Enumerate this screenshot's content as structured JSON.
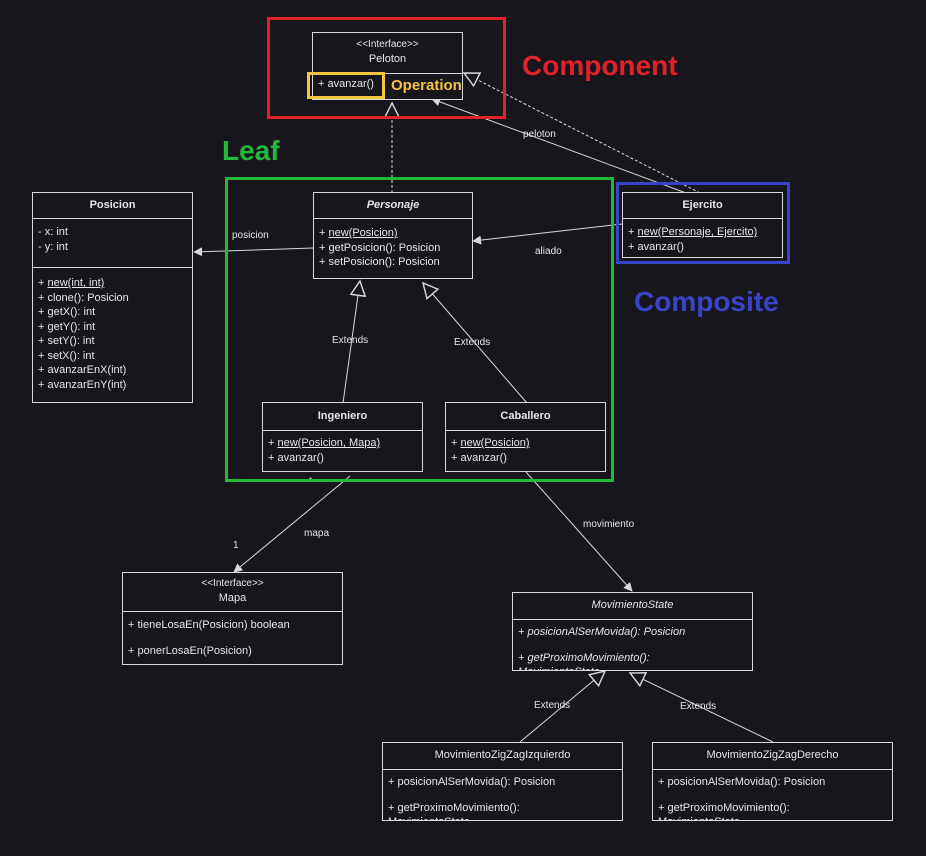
{
  "annotations": {
    "component": "Component",
    "leaf": "Leaf",
    "composite": "Composite",
    "operation": "Operation"
  },
  "colors": {
    "component": "#e0202a",
    "leaf": "#22b83a",
    "composite": "#3a43c8",
    "operation": "#f5c542",
    "line": "#d8d8d8",
    "background": "#18161d"
  },
  "classes": {
    "peloton": {
      "stereotype": "<<Interface>>",
      "name": "Peloton",
      "methods": [
        "+ avanzar()"
      ]
    },
    "posicion": {
      "name": "Posicion",
      "attributes": [
        "- x: int",
        "- y: int"
      ],
      "ctor": "new(int, int)",
      "methods": [
        "+ clone(): Posicion",
        "+ getX(): int",
        "+ getY(): int",
        "+ setY(): int",
        "+ setX(): int",
        "+ avanzarEnX(int)",
        "+ avanzarEnY(int)"
      ]
    },
    "personaje": {
      "name": "Personaje",
      "ctor": "new(Posicion)",
      "methods": [
        "+ getPosicion(): Posicion",
        "+ setPosicion(): Posicion"
      ]
    },
    "ejercito": {
      "name": "Ejercito",
      "ctor": "new(Personaje, Ejercito)",
      "methods": [
        "+ avanzar()"
      ]
    },
    "ingeniero": {
      "name": "Ingeniero",
      "ctor": "new(Posicion, Mapa)",
      "methods": [
        "+ avanzar()"
      ]
    },
    "caballero": {
      "name": "Caballero",
      "ctor": "new(Posicion)",
      "methods": [
        "+ avanzar()"
      ]
    },
    "mapa": {
      "stereotype": "<<Interface>>",
      "name": "Mapa",
      "methods": [
        "+ tieneLosaEn(Posicion) boolean",
        "+ ponerLosaEn(Posicion)"
      ]
    },
    "movimiento_state": {
      "name": "MovimientoState",
      "methods": [
        "+ posicionAlSerMovida(): Posicion",
        "+ getProximoMovimiento(): MovimientoState"
      ]
    },
    "zigzag_izq": {
      "name": "MovimientoZigZagIzquierdo",
      "methods": [
        "+ posicionAlSerMovida(): Posicion",
        "+ getProximoMovimiento(): MovimientoState"
      ]
    },
    "zigzag_der": {
      "name": "MovimientoZigZagDerecho",
      "methods": [
        "+ posicionAlSerMovida(): Posicion",
        "+ getProximoMovimiento(): MovimientoState"
      ]
    }
  },
  "edge_labels": {
    "peloton": "peloton",
    "posicion": "posicion",
    "aliado": "aliado",
    "extends": "Extends",
    "mapa": "mapa",
    "mapa_mult": "1",
    "star": "*",
    "movimiento": "movimiento"
  }
}
